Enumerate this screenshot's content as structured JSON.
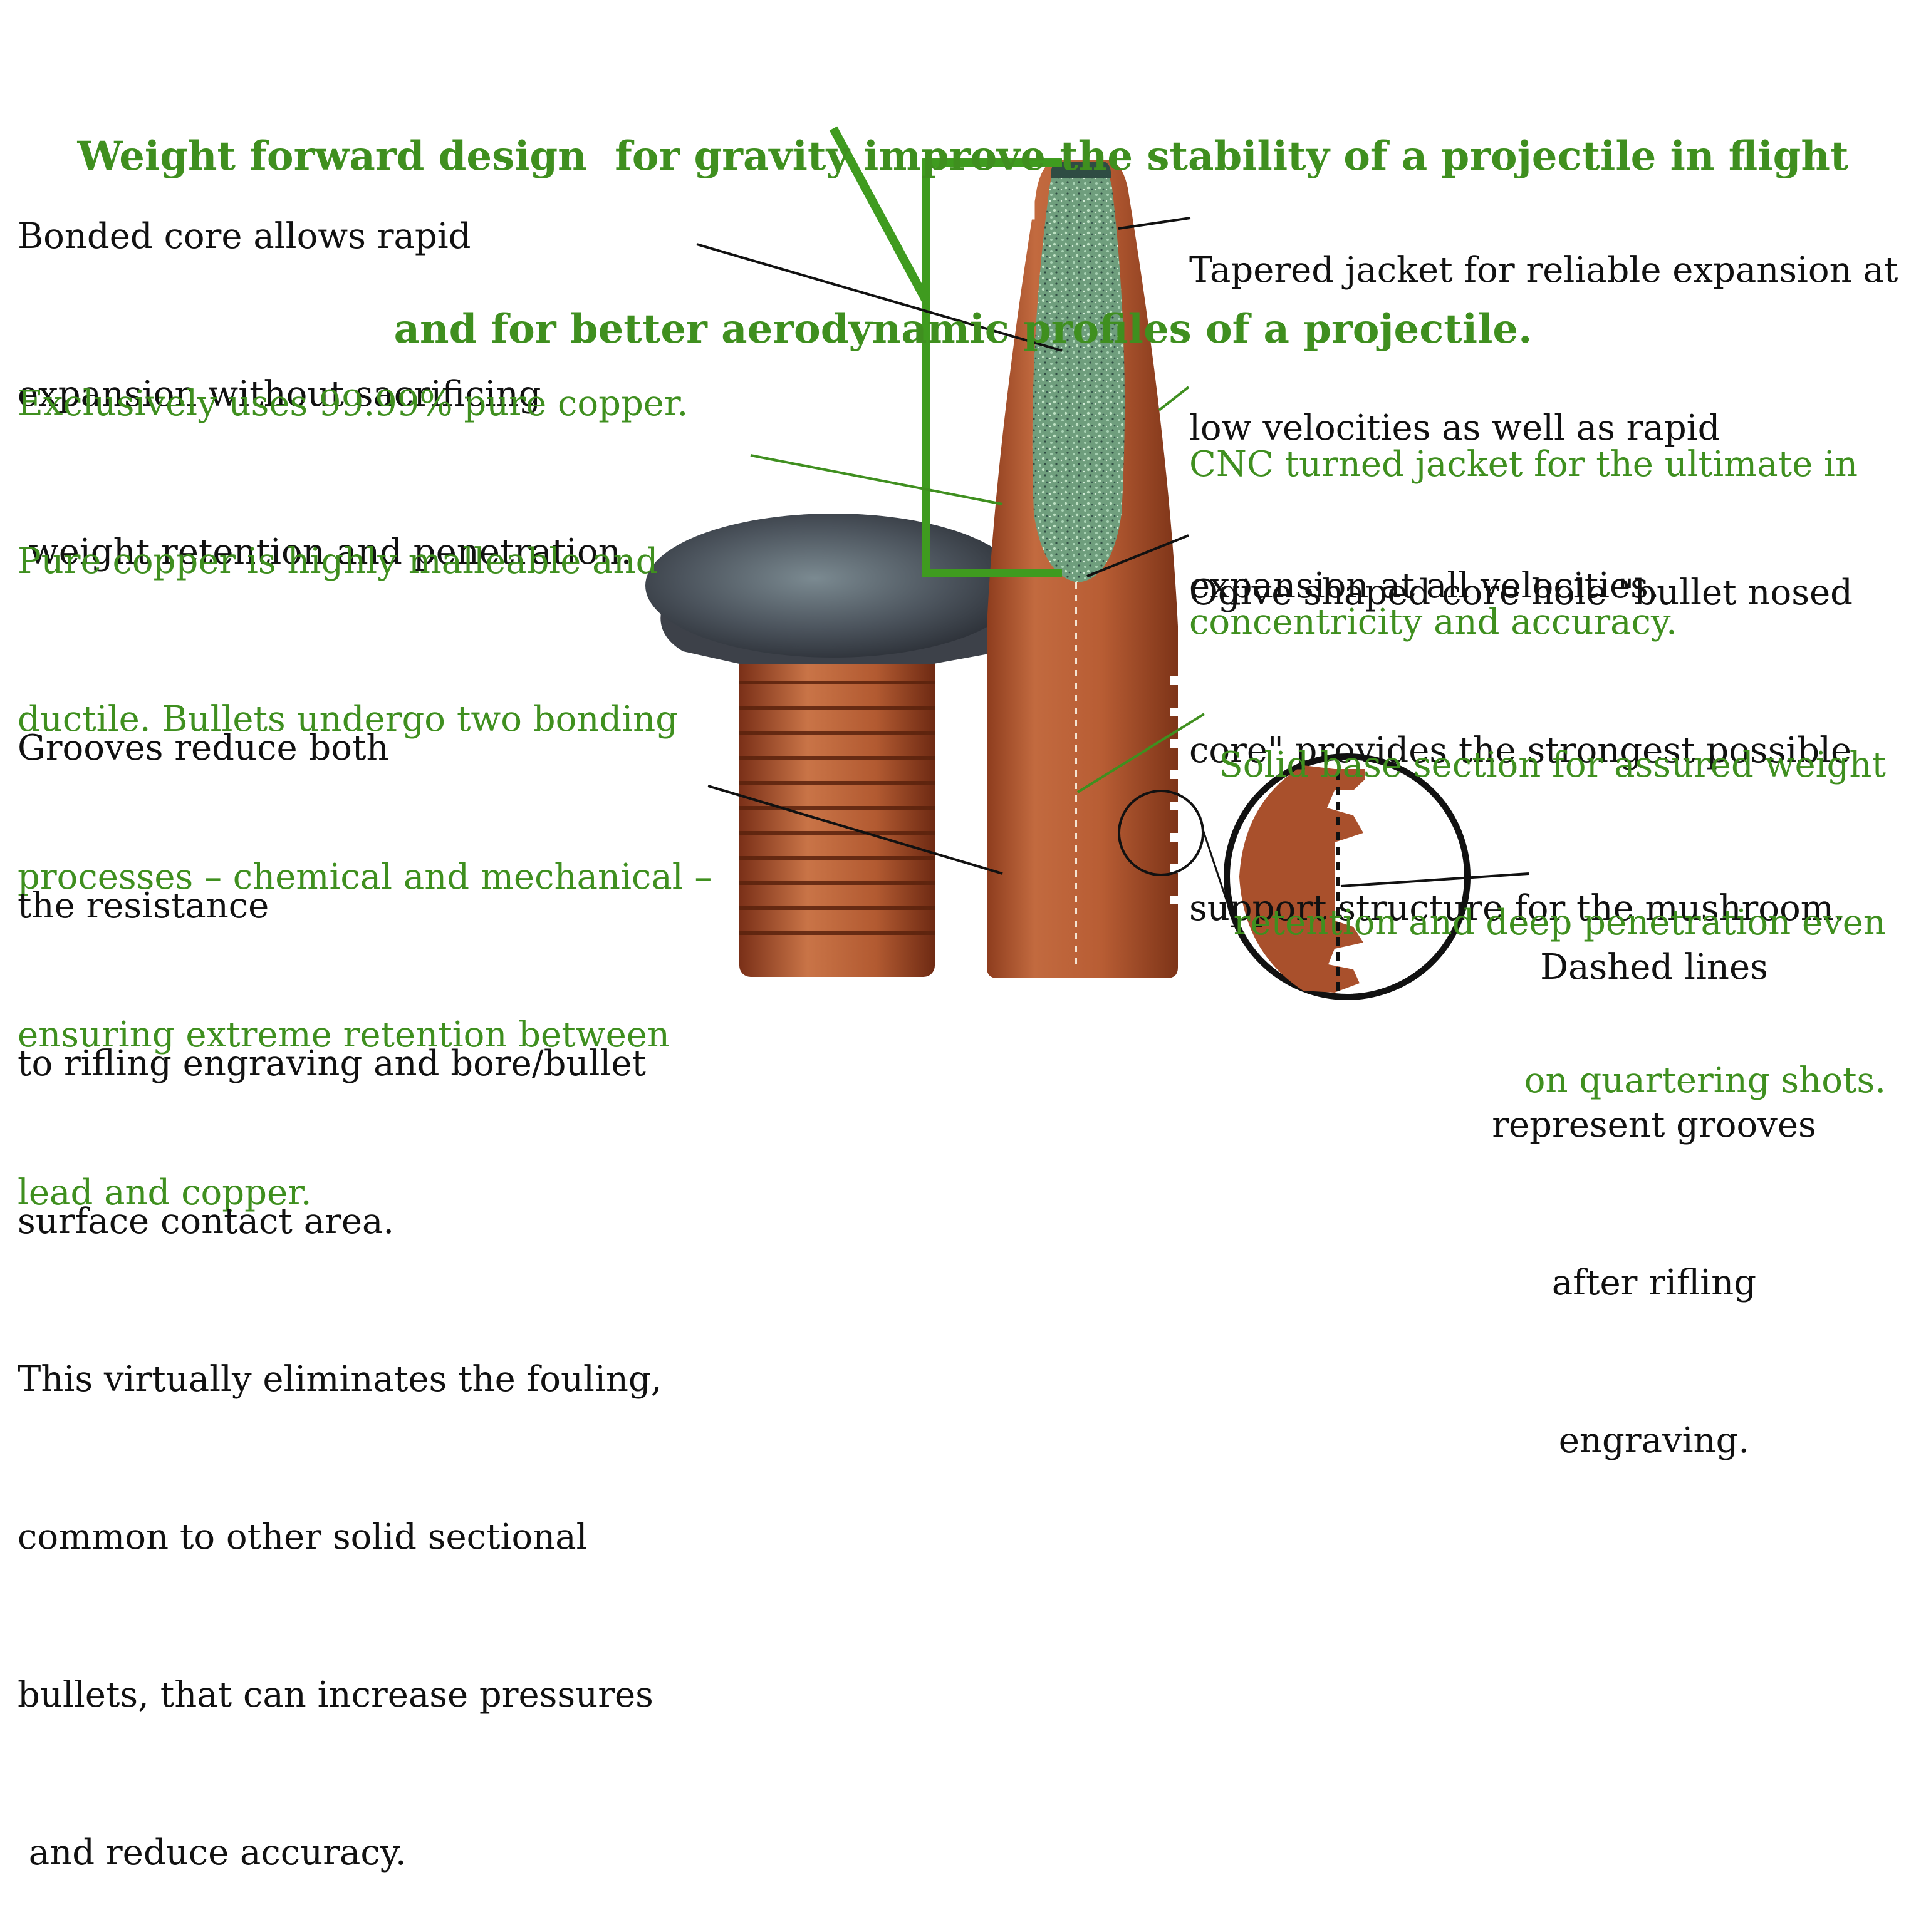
{
  "title": {
    "line1": "Weight forward design  for gravity improve the stability of a projectile in flight",
    "line2": "and for better aerodynamic profiles of a projectile."
  },
  "annotations": {
    "bonded_core": [
      "Bonded core allows rapid",
      "expansion without sacrificing",
      " weight retention and penetration."
    ],
    "pure_copper": [
      "Exclusively uses 99.99% pure copper.",
      "Pure copper is highly malleable and",
      "ductile. Bullets undergo two bonding",
      "processes – chemical and mechanical –",
      "ensuring extreme retention between",
      "lead and copper."
    ],
    "grooves": [
      "Grooves reduce both",
      "the resistance",
      "to rifling engraving and bore/bullet",
      "surface contact area.",
      "This virtually eliminates the fouling,",
      "common to other solid sectional",
      "bullets, that can increase pressures",
      " and reduce accuracy."
    ],
    "tapered_jacket": [
      "Tapered jacket for reliable expansion at",
      "low velocities as well as rapid",
      "expansion at all velocities."
    ],
    "cnc_jacket": [
      "CNC turned jacket for the ultimate in",
      "concentricity and accuracy."
    ],
    "ogive_core": [
      "Ogive shaped core hole \"bullet nosed",
      "core\" provides the strongest possible",
      "support structure for the mushroom."
    ],
    "solid_base": [
      "Solid base section for assured weight",
      "retention and deep penetration even",
      "on quartering shots."
    ],
    "dashed_lines": [
      "Dashed lines",
      "represent grooves",
      "after rifling",
      "engraving."
    ]
  },
  "colors": {
    "black_text": "#111111",
    "green_text": "#3f8f1f",
    "copper": "#a9502c",
    "lead_core": "#6f9e7d",
    "mushroom_lead": "#4a4f57",
    "bracket": "#3f9b1f"
  }
}
